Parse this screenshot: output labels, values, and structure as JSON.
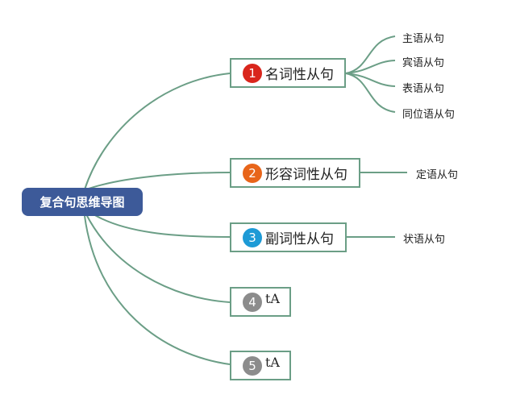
{
  "root": {
    "label": "复合句思维导图"
  },
  "colors": {
    "root_fill": "#3d5a99",
    "link": "#6b9e86",
    "badge_red": "#d9261c",
    "badge_orange": "#e8651a",
    "badge_blue": "#1d9ad6",
    "badge_gray": "#8c8c8c"
  },
  "branches": [
    {
      "number": "1",
      "label": "名词性从句",
      "badge_color": "#d9261c",
      "children": [
        "主语从句",
        "宾语从句",
        "表语从句",
        "同位语从句"
      ]
    },
    {
      "number": "2",
      "label": "形容词性从句",
      "badge_color": "#e8651a",
      "children": [
        "定语从句"
      ]
    },
    {
      "number": "3",
      "label": "副词性从句",
      "badge_color": "#1d9ad6",
      "children": [
        "状语从句"
      ]
    },
    {
      "number": "4",
      "label": "tA",
      "badge_color": "#8c8c8c",
      "children": []
    },
    {
      "number": "5",
      "label": "tA",
      "badge_color": "#8c8c8c",
      "children": []
    }
  ]
}
